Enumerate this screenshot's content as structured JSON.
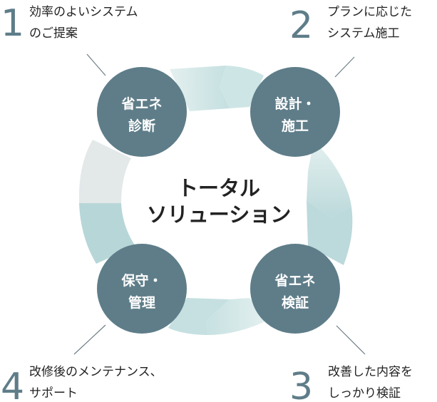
{
  "center": {
    "line1": "トータル",
    "line2": "ソリューション"
  },
  "nodes": {
    "top_left": {
      "line1": "省エネ",
      "line2": "診断"
    },
    "top_right": {
      "line1": "設計・",
      "line2": "施工"
    },
    "bottom_right": {
      "line1": "省エネ",
      "line2": "検証"
    },
    "bottom_left": {
      "line1": "保守・",
      "line2": "管理"
    }
  },
  "steps": [
    {
      "number": "1",
      "line1": "効率のよいシステム",
      "line2": "のご提案"
    },
    {
      "number": "2",
      "line1": "プランに応じた",
      "line2": "システム施工"
    },
    {
      "number": "3",
      "line1": "改善した内容を",
      "line2": "しっかり検証"
    },
    {
      "number": "4",
      "line1": "改修後のメンテナンス、",
      "line2": "サポート"
    }
  ],
  "colors": {
    "node_fill": "#5e7d89",
    "node_text": "#ffffff",
    "ring_light": "#dcecec",
    "ring_mid": "#b7d6d8",
    "ring_grey": "#e3e8e9",
    "text_dark": "#222222",
    "number": "#5e7d89",
    "connector": "#6e7f86"
  }
}
